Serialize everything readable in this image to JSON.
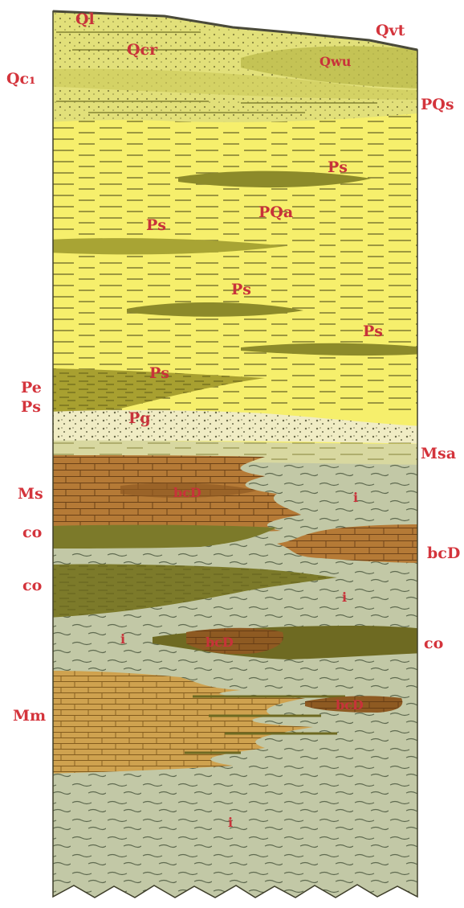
{
  "figure": {
    "colors": {
      "background": "#ffffff",
      "label_red": "#d4343c",
      "quaternary_yellow_green": "#e2e07a",
      "pliocene_yellow": "#f6ef6c",
      "gravel_band": "#f0ecc4",
      "clay_grey_green": "#c2c8a6",
      "limestone_brown": "#b57a36",
      "marl_olive": "#7c7a2a",
      "marl_sand_tan": "#cfa24f"
    },
    "left_labels": {
      "qc1": "Qc₁",
      "pe": "Pe",
      "ps": "Ps",
      "ms": "Ms",
      "co_1": "co",
      "co_2": "co",
      "mm": "Mm"
    },
    "right_labels": {
      "qvt": "Qvt",
      "pqs": "PQs",
      "msa": "Msa",
      "bcd": "bcD",
      "co": "co"
    },
    "inner_labels": {
      "ql": "Ql",
      "qcr": "Qcr",
      "qwu": "Qwu",
      "ps_1": "Ps",
      "pqa": "PQa",
      "ps_2": "Ps",
      "ps_3": "Ps",
      "ps_4": "Ps",
      "ps_5": "Ps",
      "pg": "Pg",
      "bcd_1": "bcD",
      "i_1": "i",
      "i_2": "i",
      "i_3": "i",
      "bcd_2": "bcD",
      "bcd_3": "bcD",
      "i_4": "i"
    }
  }
}
